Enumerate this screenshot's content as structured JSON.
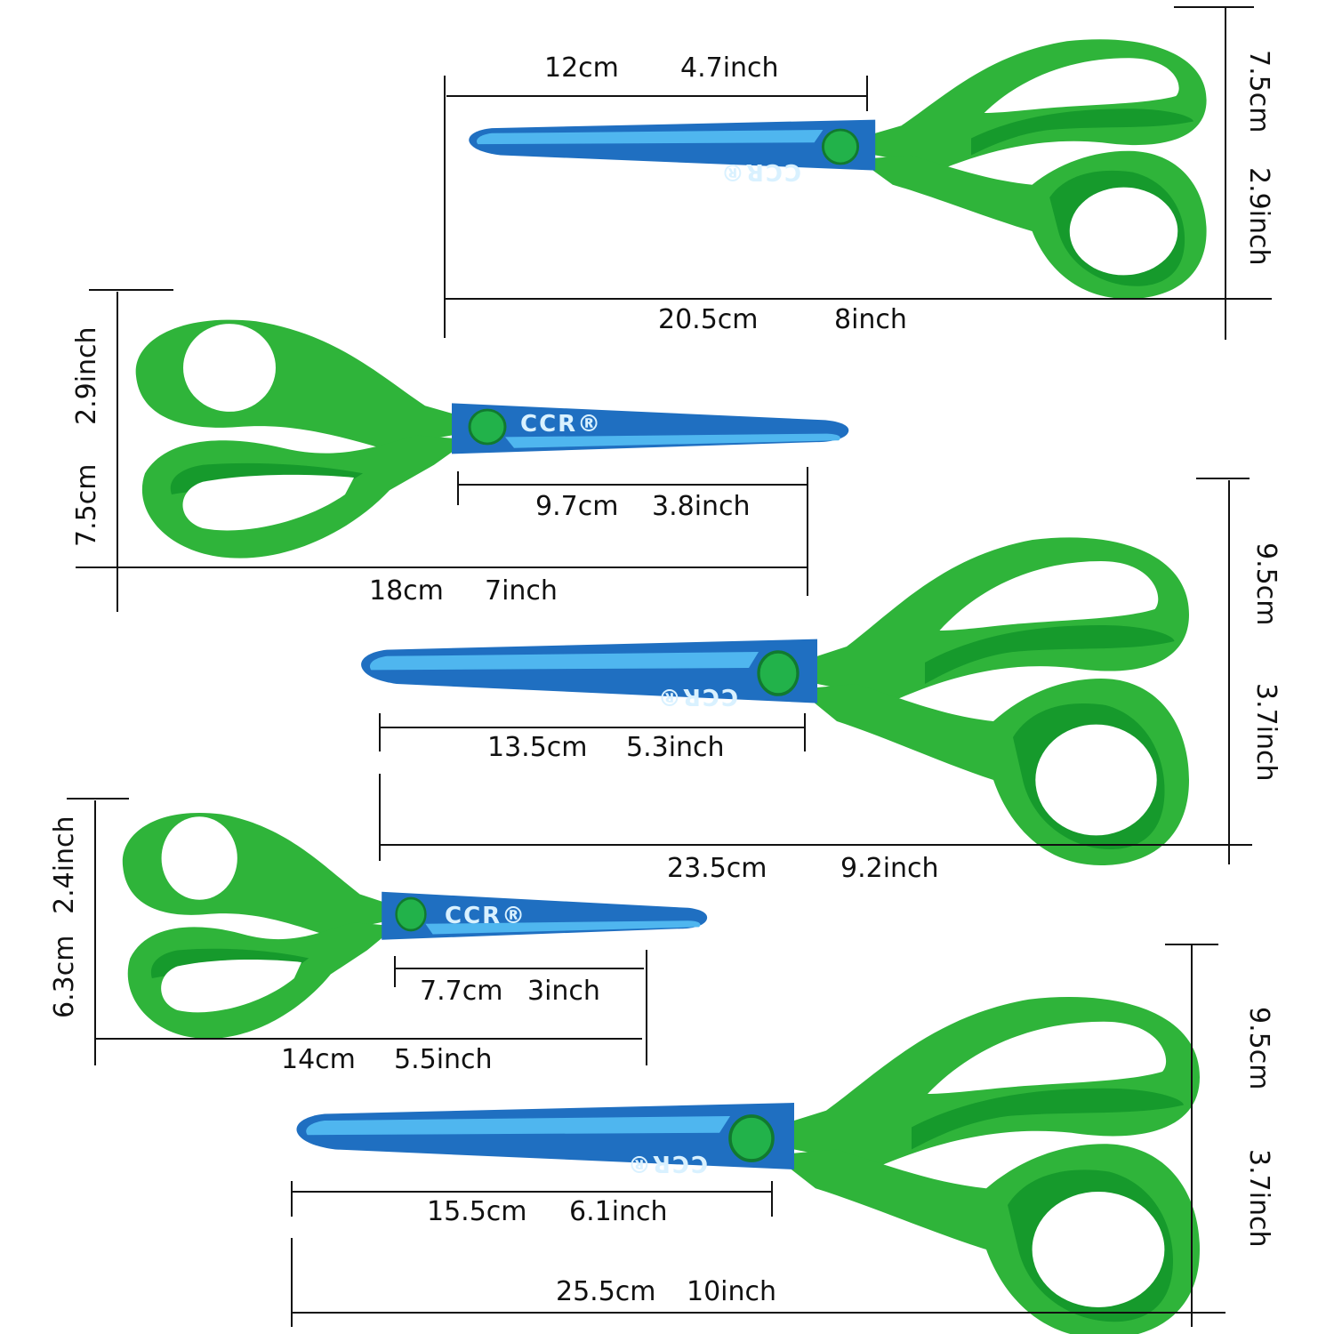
{
  "brand": "CCR®",
  "colors": {
    "handle": "#2fb43a",
    "handle_shadow": "#169a2c",
    "blade": "#1f6fc1",
    "blade_edge": "#4fb6ef"
  },
  "scissors": [
    {
      "blade_length": {
        "cm": "12cm",
        "inch": "4.7inch"
      },
      "total_length": {
        "cm": "20.5cm",
        "inch": "8inch"
      },
      "handle_height": {
        "cm": "7.5cm",
        "inch": "2.9inch"
      }
    },
    {
      "blade_length": {
        "cm": "9.7cm",
        "inch": "3.8inch"
      },
      "total_length": {
        "cm": "18cm",
        "inch": "7inch"
      },
      "handle_height": {
        "cm": "7.5cm",
        "inch": "2.9inch"
      }
    },
    {
      "blade_length": {
        "cm": "13.5cm",
        "inch": "5.3inch"
      },
      "total_length": {
        "cm": "23.5cm",
        "inch": "9.2inch"
      },
      "handle_height": {
        "cm": "9.5cm",
        "inch": "3.7inch"
      }
    },
    {
      "blade_length": {
        "cm": "7.7cm",
        "inch": "3inch"
      },
      "total_length": {
        "cm": "14cm",
        "inch": "5.5inch"
      },
      "handle_height": {
        "cm": "6.3cm",
        "inch": "2.4inch"
      }
    },
    {
      "blade_length": {
        "cm": "15.5cm",
        "inch": "6.1inch"
      },
      "total_length": {
        "cm": "25.5cm",
        "inch": "10inch"
      },
      "handle_height": {
        "cm": "9.5cm",
        "inch": "3.7inch"
      }
    }
  ]
}
